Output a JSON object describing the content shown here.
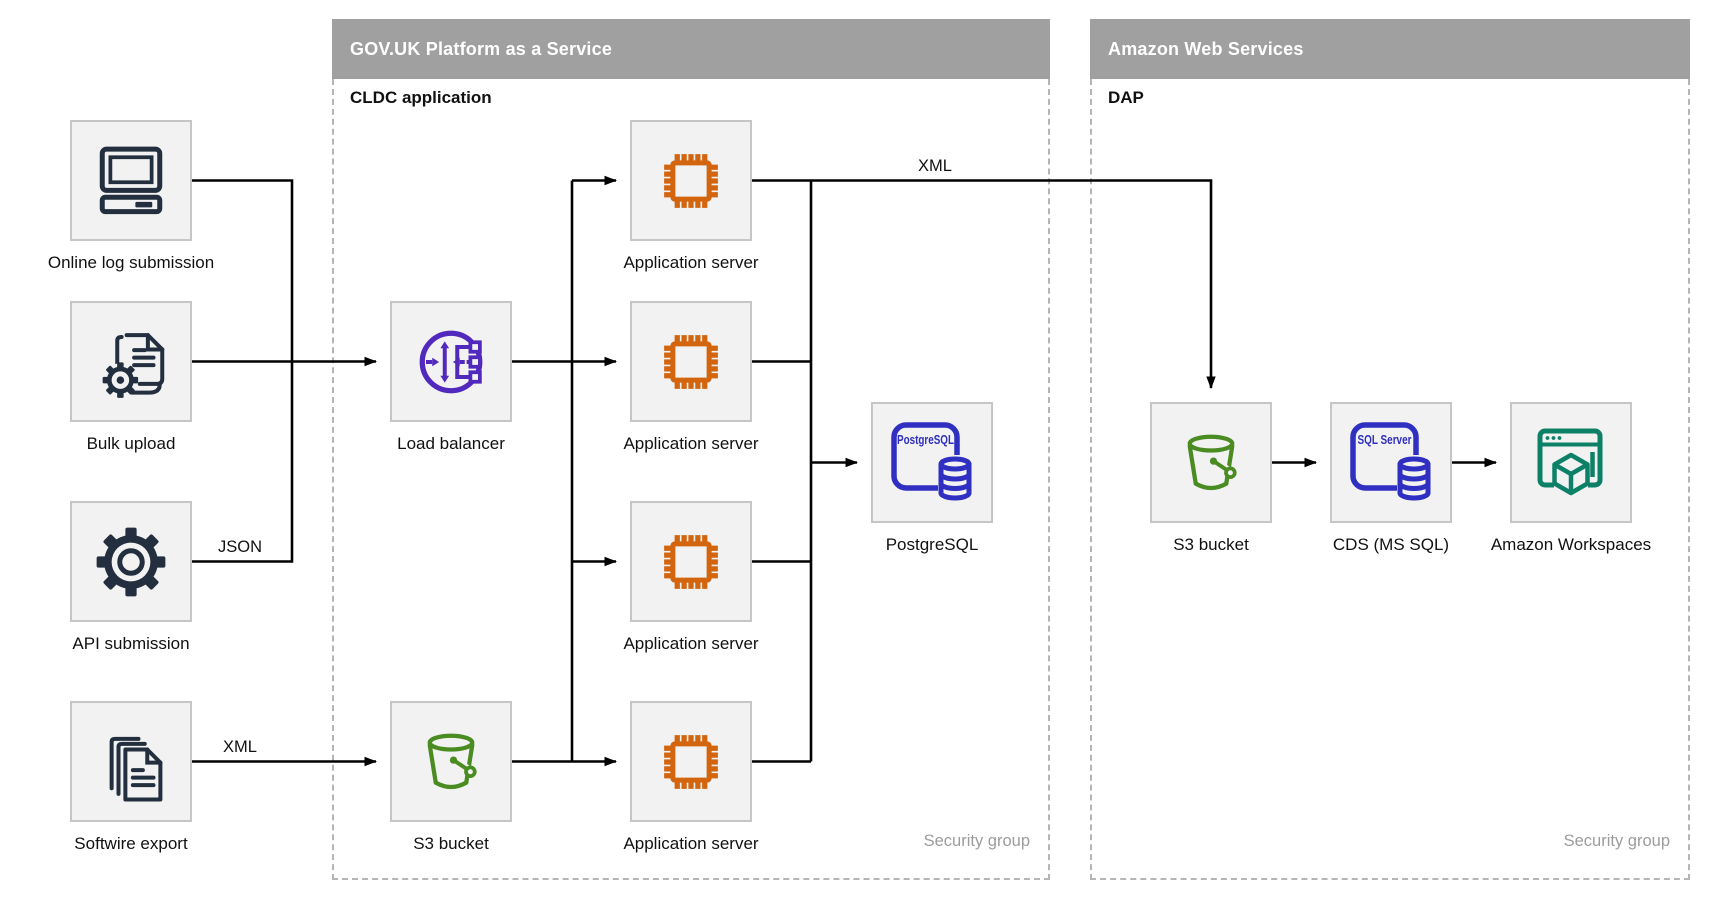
{
  "sections": {
    "paas": {
      "title": "GOV.UK Platform as a Service",
      "sublabel": "CLDC application",
      "security_label": "Security group"
    },
    "aws": {
      "title": "Amazon Web Services",
      "sublabel": "DAP",
      "security_label": "Security group"
    }
  },
  "nodes": {
    "online": {
      "label": "Online log submission"
    },
    "bulk": {
      "label": "Bulk upload"
    },
    "api": {
      "label": "API submission"
    },
    "softwire": {
      "label": "Softwire export"
    },
    "lb": {
      "label": "Load balancer"
    },
    "s3mid": {
      "label": "S3 bucket"
    },
    "app1": {
      "label": "Application server"
    },
    "app2": {
      "label": "Application server"
    },
    "app3": {
      "label": "Application server"
    },
    "app4": {
      "label": "Application server"
    },
    "pg": {
      "label": "PostgreSQL",
      "icon_text": "PostgreSQL"
    },
    "s3aws": {
      "label": "S3 bucket"
    },
    "cds": {
      "label": "CDS (MS SQL)",
      "icon_text": "SQL Server"
    },
    "ws": {
      "label": "Amazon Workspaces"
    }
  },
  "edge_labels": {
    "json": "JSON",
    "xml_export": "XML",
    "xml_out": "XML"
  },
  "colors": {
    "header_bar": "#a0a0a0",
    "header_text": "#ffffff",
    "dashed_border": "#b5b5b5",
    "box_bg": "#f2f2f2",
    "box_border": "#c6c6c6",
    "line": "#000000",
    "icon_navy": "#232f3e",
    "icon_orange": "#d3650f",
    "icon_purple": "#5229bd",
    "icon_green": "#4a8c21",
    "icon_blue": "#2f2fc1",
    "icon_teal": "#0d8168",
    "security_text": "#9c9c9c"
  }
}
